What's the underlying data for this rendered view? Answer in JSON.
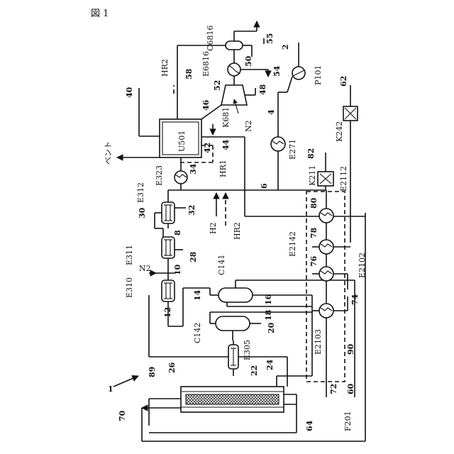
{
  "figure": {
    "title": "図 1"
  },
  "labels": {
    "C6816": "C6816",
    "E6816": "E6816",
    "K681": "K681",
    "U501": "U501",
    "P101": "P101",
    "E271": "E271",
    "K242": "K242",
    "K211": "K211",
    "E2112": "E2112",
    "E2142": "E2142",
    "E2102": "E2102",
    "E2103": "E2103",
    "E323": "E323",
    "E312": "E312",
    "E311": "E311",
    "E310": "E310",
    "C141": "C141",
    "C142": "C142",
    "E305": "E305",
    "F201": "F201",
    "HR1": "HR1",
    "HR2a": "HR2",
    "HR2b": "HR2",
    "H2": "H2",
    "N2a": "N2",
    "N2b": "N2",
    "vent": "ベント"
  },
  "streams": {
    "s1": "1",
    "s2": "2",
    "s4": "4",
    "s6": "6",
    "s8": "8",
    "s10": "10",
    "s12": "12",
    "s14": "14",
    "s16": "16",
    "s18": "18",
    "s20": "20",
    "s22": "22",
    "s24": "24",
    "s26": "26",
    "s28": "28",
    "s30": "30",
    "s32": "32",
    "s34": "34",
    "s40": "40",
    "s42": "42",
    "s44": "44",
    "s46": "46",
    "s48": "48",
    "s50": "50",
    "s52": "52",
    "s54": "54",
    "s55": "55",
    "s58": "58",
    "s60": "60",
    "s62": "62",
    "s64": "64",
    "s70": "70",
    "s72": "72",
    "s74": "74",
    "s76": "76",
    "s78": "78",
    "s80": "80",
    "s82": "82",
    "s89": "89",
    "s90": "90"
  }
}
